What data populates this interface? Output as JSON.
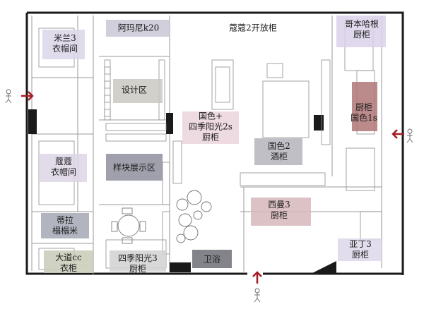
{
  "colors": {
    "wall": "#1a1a1a",
    "line": "#9a9a9a",
    "arrow": "#a51d24"
  },
  "icons": [
    "entrance-arrow-icon",
    "walking-person-icon"
  ],
  "zones": {
    "milan_wardrobe": [
      "米兰3",
      "衣帽间"
    ],
    "armani": [
      "阿玛尼k20"
    ],
    "koukou_open": [
      "蔻蔻2开放柜"
    ],
    "copenhagen": [
      "哥本哈根",
      "厨柜"
    ],
    "design_area": [
      "设计区"
    ],
    "guose_four_seasons": [
      "国色+",
      "四季阳光2s",
      "厨柜"
    ],
    "kitchen_guose": [
      "厨柜",
      "国色1s"
    ],
    "guose_wine": [
      "国色2",
      "酒柜"
    ],
    "koukou_wardrobe": [
      "蔻蔻",
      "衣帽间"
    ],
    "sample_display": [
      "样块展示区"
    ],
    "siman": [
      "西曼3",
      "厨柜"
    ],
    "tila": [
      "蒂拉",
      "榻榻米"
    ],
    "aladdin": [
      "亚丁3",
      "厨柜"
    ],
    "dadao": [
      "大道cc",
      "衣柜"
    ],
    "four_seasons": [
      "四季阳光3",
      "厨柜"
    ],
    "bathroom": [
      "卫浴"
    ]
  }
}
